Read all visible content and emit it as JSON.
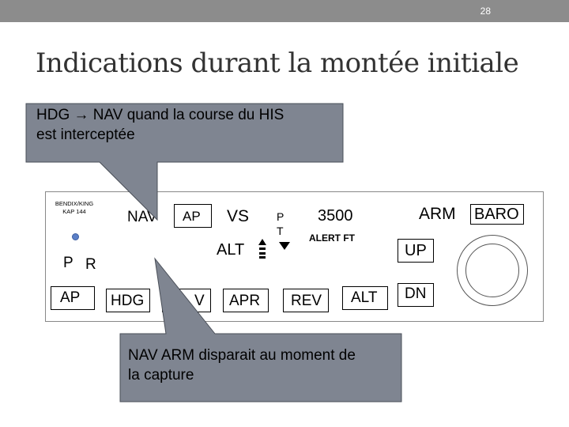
{
  "slide": {
    "page_number": "28",
    "title": "Indications durant la montée initiale"
  },
  "callouts": {
    "top_text_line1": "HDG → NAV quand la course du HIS",
    "top_text_line2": "est interceptée",
    "bottom_text_line1": "NAV ARM disparait au moment de",
    "bottom_text_line2": "la capture"
  },
  "autopilot": {
    "brand_line1": "BENDIX/KING",
    "brand_line2": "KAP 144",
    "p_label": "P",
    "r_label": "R",
    "ap_button": "AP",
    "hdg_button": "HDG",
    "nav_button_partial": "V",
    "apr_button": "APR",
    "rev_button": "REV",
    "alt_button": "ALT",
    "dn_button": "DN",
    "up_button": "UP",
    "annunciator": {
      "nav": "NAV",
      "ap": "AP",
      "vs": "VS",
      "alt": "ALT",
      "trim_p": "P",
      "trim_t": "T",
      "altitude": "3500",
      "alert": "ALERT FT",
      "arm": "ARM",
      "baro": "BARO"
    }
  },
  "colors": {
    "topbar": "#8c8c8c",
    "callout_fill": "#7f8591",
    "callout_border": "#4a4f58",
    "indicator_dot": "#5b7fc7"
  }
}
